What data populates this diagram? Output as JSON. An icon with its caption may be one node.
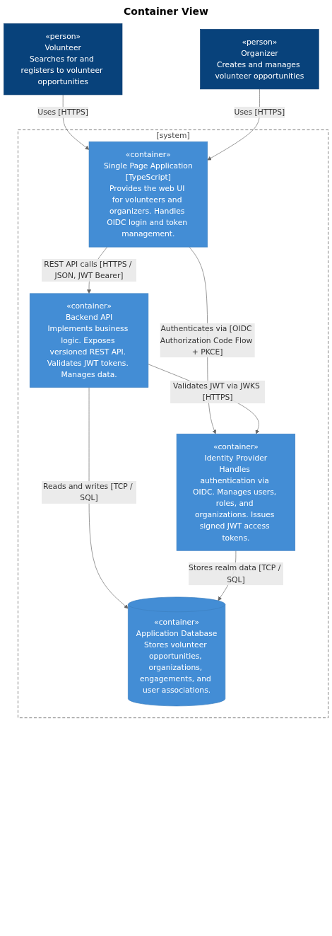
{
  "diagram": {
    "title": "Container View",
    "nodes": [
      {
        "text": [
          "«person»",
          "Volunteer",
          "Searches for and registers to volunteer opportunities"
        ]
      },
      {
        "text": [
          "«person»",
          "Organizer",
          "Creates and manages volunteer opportunities"
        ]
      },
      {
        "text": [
          "[system]"
        ]
      },
      {
        "text": [
          "«container»",
          "Single Page Application",
          "[TypeScript]",
          "Provides the web UI for volunteers and organizers. Handles OIDC login and token management."
        ],
        "in": 2
      },
      {
        "text": [
          "«container»",
          "Backend API",
          "Implements business logic. Exposes versioned REST API. Validates JWT tokens. Manages data."
        ],
        "in": 2
      },
      {
        "text": [
          "«container»",
          "Identity Provider",
          "Handles authentication via OIDC. Manages users, roles, and organizations. Issues signed JWT access tokens."
        ],
        "in": 2
      },
      {
        "text": [
          "«container»",
          "Application Database",
          "Stores volunteer opportunities, organizations, engagements, and user associations."
        ],
        "in": 2
      }
    ],
    "edges": [
      {
        "from": 0,
        "to": 3,
        "arrow": "to",
        "label": "Uses [HTTPS]"
      },
      {
        "from": 1,
        "to": 3,
        "arrow": "to",
        "label": "Uses [HTTPS]"
      },
      {
        "from": 3,
        "to": 4,
        "arrow": "to",
        "label": "REST API calls [HTTPS / JSON, JWT Bearer]"
      },
      {
        "from": 3,
        "to": 5,
        "arrow": "to",
        "label": "Authenticates via [OIDC Authorization Code Flow + PKCE]"
      },
      {
        "from": 4,
        "to": 5,
        "arrow": "to",
        "label": "Validates JWT via JWKS [HTTPS]"
      },
      {
        "from": 4,
        "to": 6,
        "arrow": "to",
        "label": "Reads and writes [TCP / SQL]"
      },
      {
        "from": 5,
        "to": 6,
        "arrow": "to",
        "label": "Stores realm data [TCP / SQL]"
      }
    ]
  }
}
